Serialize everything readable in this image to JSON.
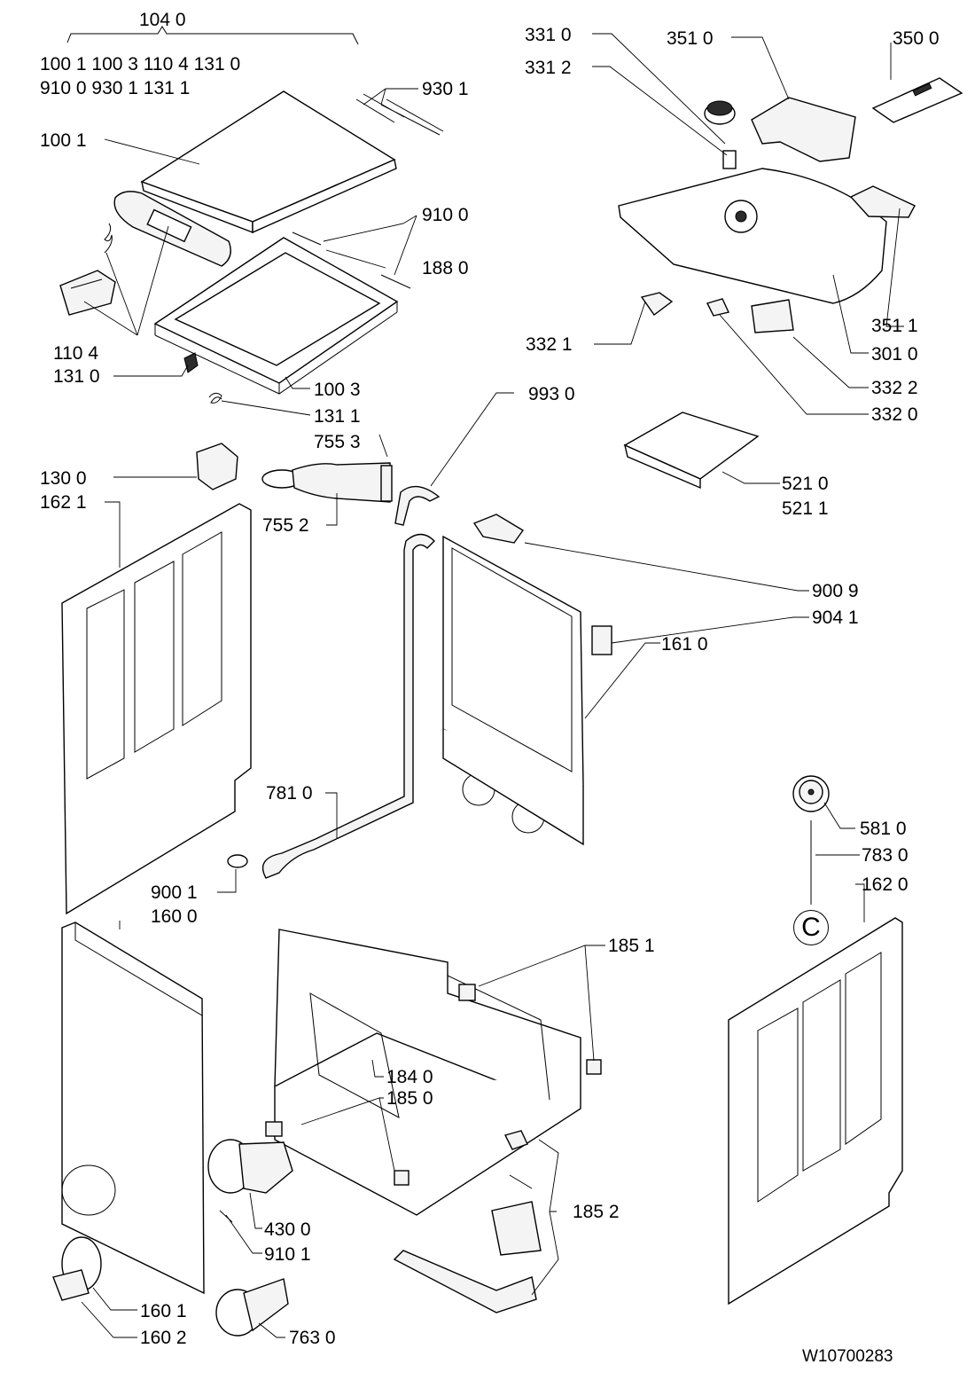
{
  "labels": {
    "l1040": "104 0",
    "group_row1": "100 1   100 3   110 4   131 0",
    "group_row2": "910 0   930 1   131 1",
    "l9301": "930 1",
    "l1001": "100 1",
    "l9100": "910 0",
    "l1880": "188 0",
    "l1104": "110 4",
    "l1310": "131 0",
    "l1003": "100 3",
    "l1311": "131 1",
    "l7553": "755 3",
    "l1300": "130 0",
    "l1621": "162 1",
    "l7552": "755 2",
    "l3310": "331 0",
    "l3312": "331 2",
    "l3510": "351 0",
    "l3500": "350 0",
    "l3511": "351 1",
    "l3321": "332 1",
    "l3010": "301 0",
    "l3322": "332 2",
    "l3320": "332 0",
    "l9930": "993 0",
    "l5210": "521 0",
    "l5211": "521 1",
    "l9009": "900 9",
    "l9041": "904 1",
    "l1610": "161 0",
    "l7810": "781 0",
    "l9001": "900 1",
    "l1600": "160 0",
    "l5810": "581 0",
    "l7830": "783 0",
    "l1620": "162 0",
    "l1851": "185 1",
    "l1840": "184 0",
    "l1850": "185 0",
    "l1852": "185 2",
    "l4300": "430 0",
    "l9101": "910 1",
    "l1601": "160 1",
    "l1602": "160 2",
    "l7630": "763 0",
    "cmark": "C",
    "footer": "W10700283"
  }
}
